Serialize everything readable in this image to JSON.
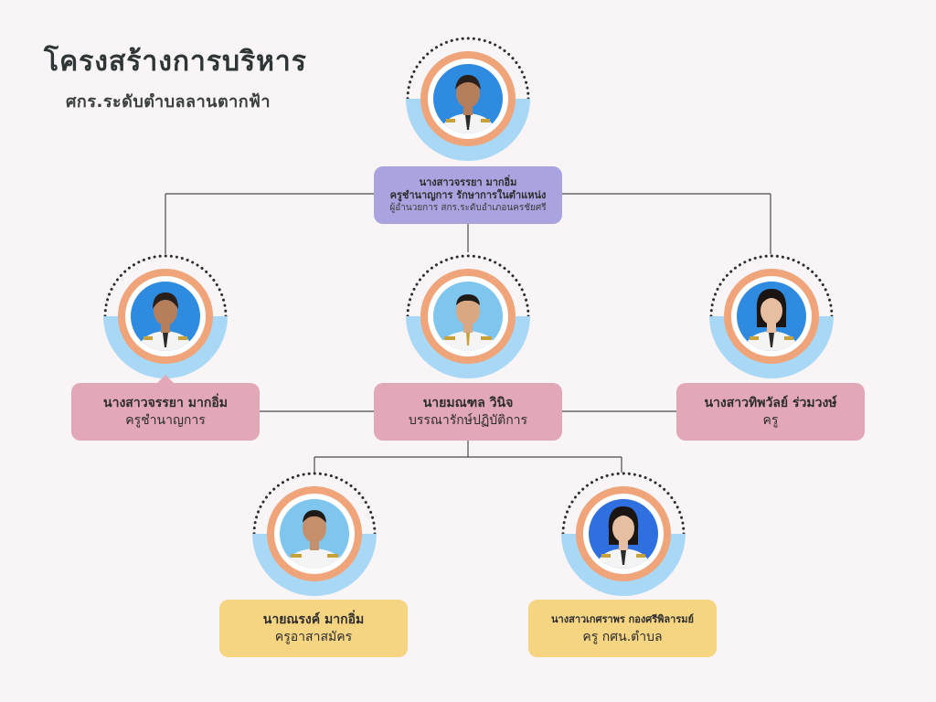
{
  "header": {
    "title": "โครงสร้างการบริหาร",
    "subtitle": "ศกร.ระดับตำบลลานตากฟ้า"
  },
  "colors": {
    "ring_orange": "#f0a47a",
    "ring_blue": "#a8d8f5",
    "dots": "#2d2d2d",
    "photo_bg": "#2f8be0",
    "card_purple": "#a9a3e0",
    "card_pink": "#e2a8b7",
    "card_yellow": "#f5d482",
    "connector": "#4a4a4a"
  },
  "director": {
    "name": "นางสาวจรรยา มากอิ่ม",
    "role": "ครูชำนาญการ รักษาการในตำแหน่ง",
    "role_line2": "ผู้อำนวยการ สกร.ระดับอำเภอนครชัยศรี"
  },
  "staff": [
    {
      "name": "นางสาวจรรยา มากอิ่ม",
      "role": "ครูชำนาญการ"
    },
    {
      "name": "นายมณฑล วินิจ",
      "role": "บรรณารักษ์ปฏิบัติการ"
    },
    {
      "name": "นางสาวทิพวัลย์ ร่วมวงษ์",
      "role": "ครู"
    },
    {
      "name": "นายณรงค์ มากอิ่ม",
      "role": "ครูอาสาสมัคร"
    },
    {
      "name": "นางสาวเกศราพร กองศรีพิลารมย์",
      "role": "ครู กศน.ตำบล"
    }
  ]
}
